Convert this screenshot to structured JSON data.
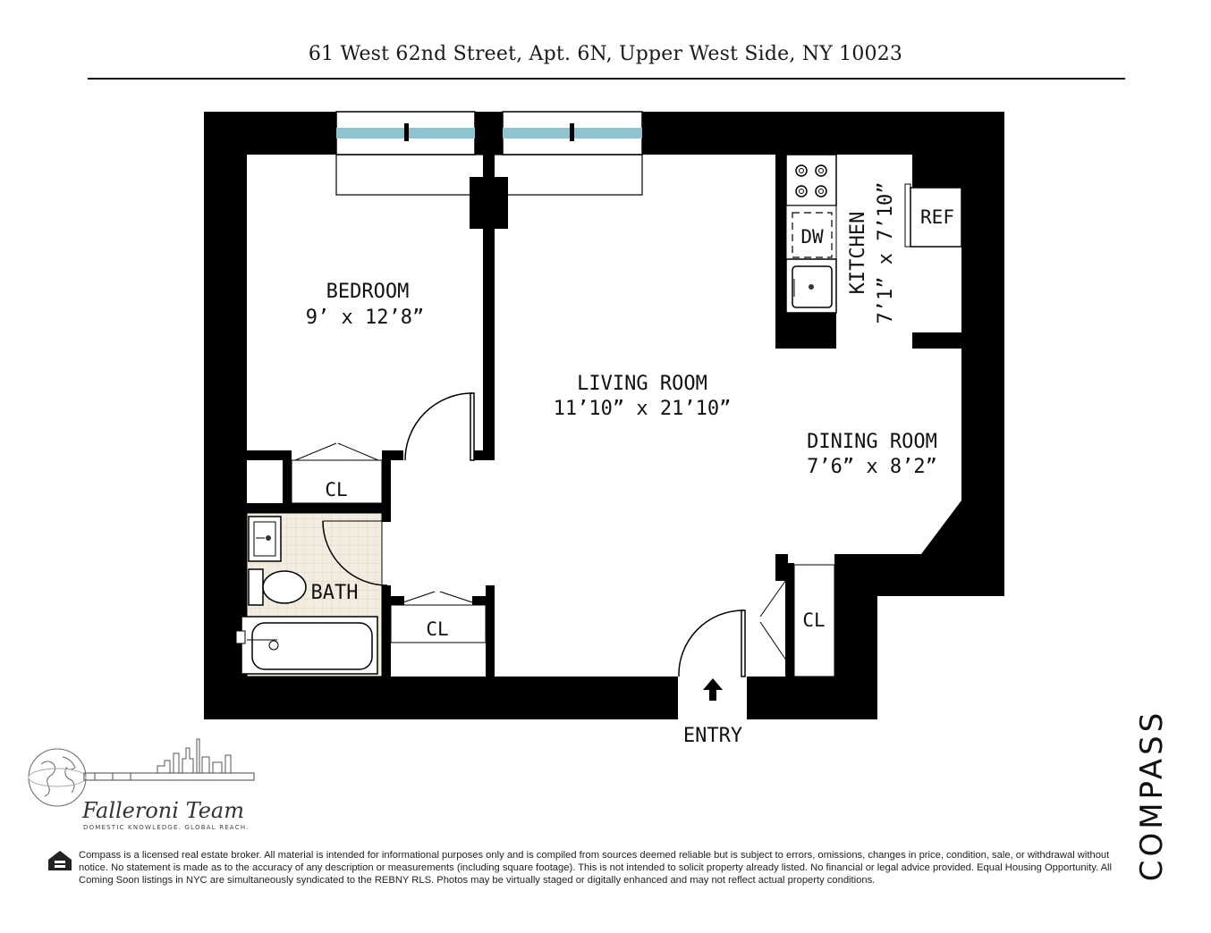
{
  "header": {
    "address": "61 West 62nd Street, Apt. 6N, Upper West Side, NY 10023"
  },
  "rooms": {
    "bedroom": {
      "name": "BEDROOM",
      "dims": "9’ x 12’8”"
    },
    "living_room": {
      "name": "LIVING ROOM",
      "dims": "11’10” x 21’10”"
    },
    "dining_room": {
      "name": "DINING ROOM",
      "dims": "7’6” x 8’2”"
    },
    "kitchen": {
      "name": "KITCHEN",
      "dims": "7’1” x 7’10”"
    },
    "bath": {
      "name": "BATH"
    }
  },
  "fixtures": {
    "closet": "CL",
    "dishwasher": "DW",
    "refrigerator": "REF",
    "entry": "ENTRY"
  },
  "branding": {
    "brokerage": "COMPASS",
    "team_name": "Falleroni Team",
    "team_tagline": "DOMESTIC KNOWLEDGE. GLOBAL REACH."
  },
  "footer": {
    "disclaimer": "Compass is a licensed real estate broker. All material is intended for informational purposes only and is compiled from sources deemed reliable but is subject to errors, omissions, changes in price, condition, sale, or withdrawal without notice. No statement is made as to the accuracy of any description or measurements (including square footage). This is not intended to solicit property already listed. No financial or legal advice provided. Equal Housing Opportunity. All Coming Soon listings in NYC are simultaneously syndicated to the REBNY RLS. Photos may be virtually staged or digitally enhanced and may not reflect actual property conditions.",
    "eho_text": "EQUAL HOUSING OPPORTUNITY"
  },
  "colors": {
    "wall": "#000000",
    "window_glass": "#8fc3d0",
    "bath_tile": "#f3ece0"
  }
}
